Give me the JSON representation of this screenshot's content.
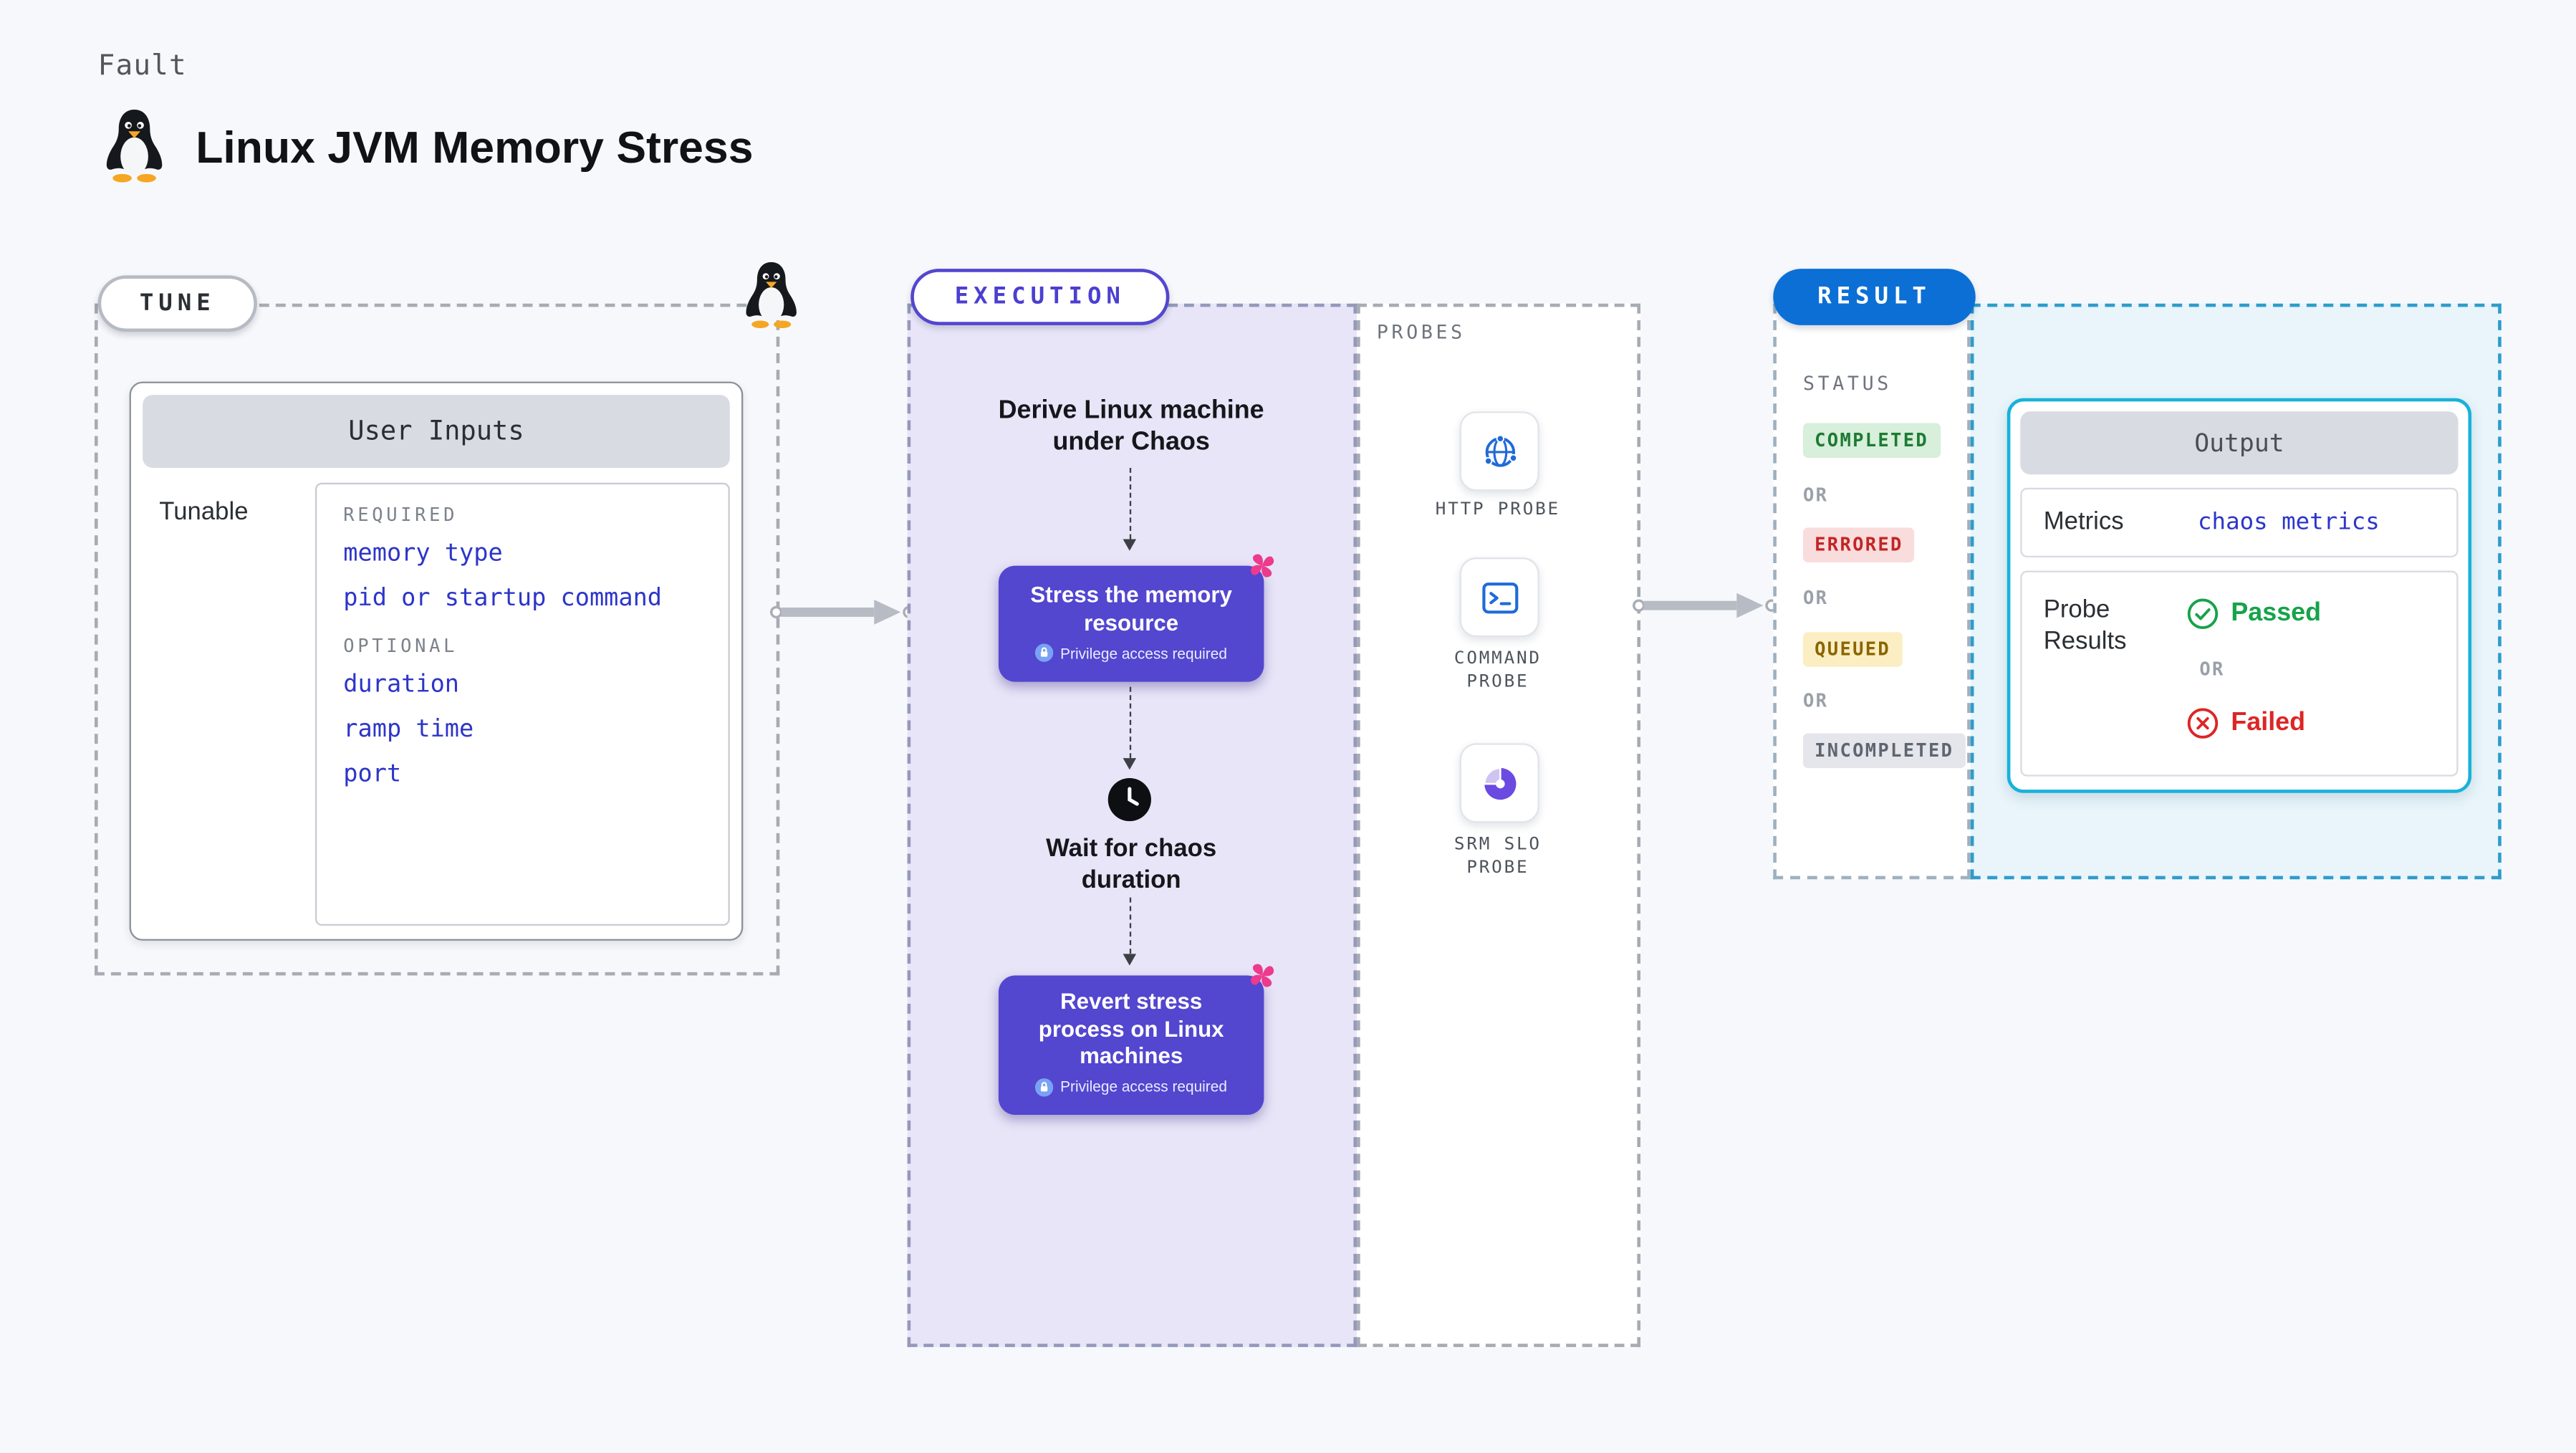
{
  "colors": {
    "accent_purple": "#5346cf",
    "link_blue": "#2d35c9",
    "result_blue": "#0c6fd6",
    "output_border_teal": "#17b2d9",
    "status_completed_green": "#1d7a33",
    "status_errored_red": "#c22525",
    "status_queued_amber": "#8a6400",
    "passed_green": "#16a34a",
    "failed_red": "#dc2626",
    "fan_pink": "#ec3a8d",
    "execution_bg": "#e8e5f8",
    "result_bg": "#e9f5fb"
  },
  "header": {
    "kind": "Fault",
    "title": "Linux JVM Memory Stress",
    "icon": "tux-penguin-icon"
  },
  "tune": {
    "pill": "TUNE",
    "card_title": "User Inputs",
    "row_label": "Tunable",
    "required_label": "REQUIRED",
    "required_items": [
      "memory type",
      "pid or startup command"
    ],
    "optional_label": "OPTIONAL",
    "optional_items": [
      "duration",
      "ramp time",
      "port"
    ]
  },
  "execution": {
    "pill": "EXECUTION",
    "step_derive": "Derive Linux machine under Chaos",
    "step_stress": "Stress the memory resource",
    "privilege_note": "Privilege access required",
    "step_wait": "Wait for chaos duration",
    "step_revert": "Revert stress process on Linux machines"
  },
  "probes": {
    "label": "PROBES",
    "items": [
      {
        "name": "HTTP PROBE",
        "icon": "globe-network-icon"
      },
      {
        "name": "COMMAND PROBE",
        "icon": "terminal-icon"
      },
      {
        "name": "SRM SLO PROBE",
        "icon": "pie-chart-icon"
      }
    ]
  },
  "result": {
    "pill": "RESULT",
    "status_label": "STATUS",
    "or_label": "OR",
    "statuses": [
      {
        "label": "COMPLETED",
        "tone": "green"
      },
      {
        "label": "ERRORED",
        "tone": "red"
      },
      {
        "label": "QUEUED",
        "tone": "amber"
      },
      {
        "label": "INCOMPLETED",
        "tone": "gray"
      }
    ],
    "output": {
      "title": "Output",
      "metrics_label": "Metrics",
      "metrics_value": "chaos metrics",
      "probe_results_label": "Probe Results",
      "passed_label": "Passed",
      "failed_label": "Failed"
    }
  }
}
